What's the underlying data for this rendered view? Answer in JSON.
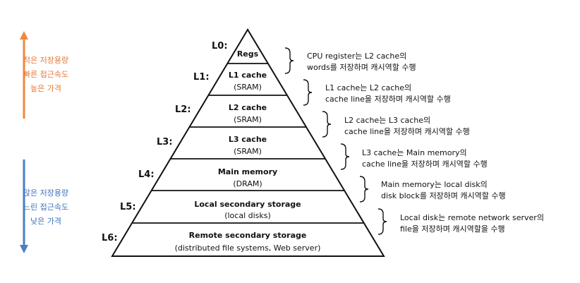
{
  "colors": {
    "up_arrow": "#f0873c",
    "down_arrow": "#4a7fc1",
    "up_text": "#e8783a",
    "down_text": "#3f74bd"
  },
  "side": {
    "top": [
      "적은 저장용량",
      "빠른 접근속도",
      "높은 가격"
    ],
    "bottom": [
      "많은 저장용량",
      "느린 접근속도",
      "낮은 가격"
    ]
  },
  "levels": [
    {
      "label": "L0:",
      "title": "Regs",
      "sub": "",
      "desc": [
        "CPU register는 L2 cache의",
        "words를 저장하며 캐시역할 수행"
      ]
    },
    {
      "label": "L1:",
      "title": "L1 cache",
      "sub": "(SRAM)",
      "desc": [
        "L1 cache는 L2 cache의",
        "cache line을 저장하며 캐시역할 수행"
      ]
    },
    {
      "label": "L2:",
      "title": "L2 cache",
      "sub": "(SRAM)",
      "desc": [
        "L2 cache는 L3 cache의",
        "cache line을 저장하며 캐시역할 수행"
      ]
    },
    {
      "label": "L3:",
      "title": "L3 cache",
      "sub": "(SRAM)",
      "desc": [
        "L3 cache는 Main memory의",
        "cache line을 저장하며 캐시역할 수행"
      ]
    },
    {
      "label": "L4:",
      "title": "Main memory",
      "sub": "(DRAM)",
      "desc": [
        "Main memory는 local disk의",
        "disk block를 저장하며 캐시역할 수행"
      ]
    },
    {
      "label": "L5:",
      "title": "Local secondary storage",
      "sub": "(local disks)",
      "desc": [
        "Local disk는 remote network server의",
        "file을 저장하며 캐시역할을 수행"
      ]
    },
    {
      "label": "L6:",
      "title": "Remote secondary storage",
      "sub": "(distributed file systems, Web server)",
      "desc": []
    }
  ]
}
